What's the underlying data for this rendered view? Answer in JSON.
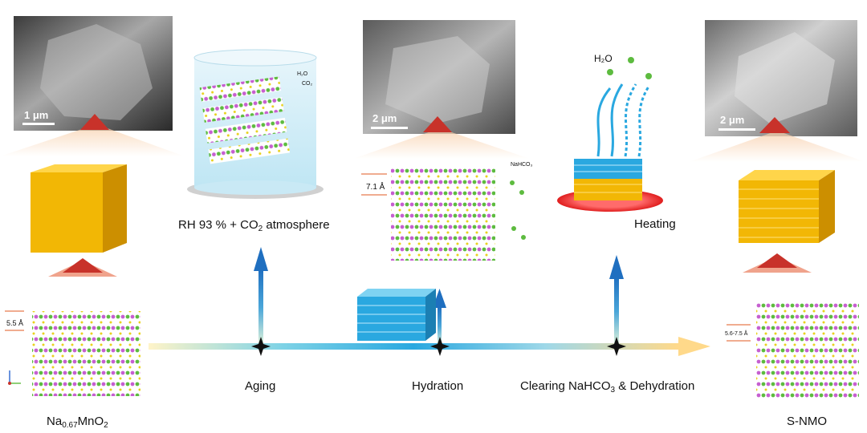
{
  "labels": {
    "pristine": {
      "main": "Na",
      "sub": "0.67",
      "tail": "MnO",
      "sub2": "2"
    },
    "product": "S-NMO",
    "atmosphere": {
      "a": "RH 93 % + CO",
      "sub": "2",
      "b": " atmosphere"
    },
    "heating": "Heating",
    "aging": "Aging",
    "hydration": "Hydration",
    "clearing": {
      "a": "Clearing NaHCO",
      "sub": "3",
      "b": " & Dehydration"
    }
  },
  "sem": {
    "left_scale": "1 μm",
    "middle_scale": "2 μm",
    "right_scale": "2 μm"
  },
  "spacing": {
    "pristine": "5.5 Å",
    "hydrated": "7.1 Å",
    "product": "5.6-7.5 Å"
  },
  "molecules": {
    "h2o_main": "H₂O",
    "h2o_small": "H₂O",
    "co2_small": "CO₂",
    "nahco3": "NaHCO₃"
  },
  "colors": {
    "gold": "#f2b705",
    "cyan": "#2aa8e0",
    "blue_arrow": "#1f6fc0",
    "red_arrow": "#c8322a",
    "purple": "#c65fd0",
    "green": "#5dbb3f",
    "yellow_atom": "#e8d21c"
  }
}
